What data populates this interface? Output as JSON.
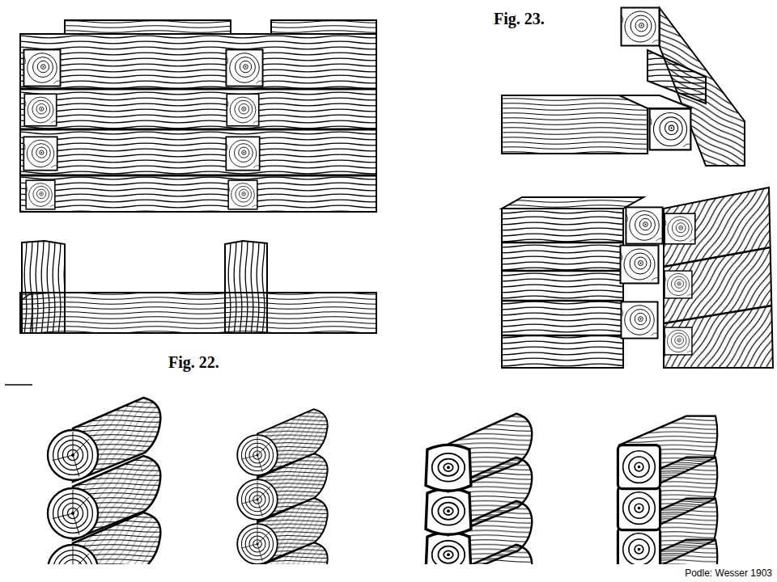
{
  "diagram": {
    "labels": [
      "Fig. 23.",
      "Fig. 22.",
      "Podle: Wesser 1903"
    ]
  }
}
